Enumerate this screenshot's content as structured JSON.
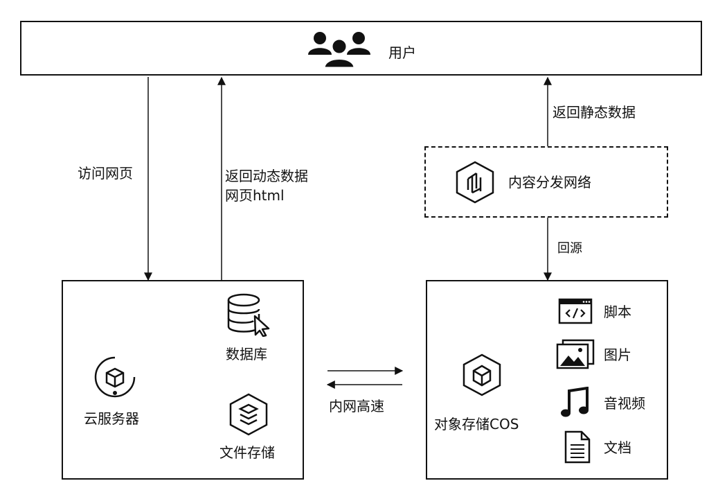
{
  "users": {
    "label": "用户",
    "icon": "users-icon"
  },
  "edges": {
    "visit": "访问网页",
    "return_dynamic_line1": "返回动态数据",
    "return_dynamic_line2": "网页html",
    "return_static": "返回静态数据",
    "origin_pull": "回源",
    "intranet": "内网高速"
  },
  "cdn": {
    "label": "内容分发网络",
    "icon": "cdn-icon"
  },
  "server_group": {
    "cloud_server": {
      "label": "云服务器",
      "icon": "cloud-server-icon"
    },
    "database": {
      "label": "数据库",
      "icon": "database-icon"
    },
    "file_storage": {
      "label": "文件存储",
      "icon": "file-storage-icon"
    }
  },
  "cos_group": {
    "cos": {
      "label": "对象存储COS",
      "icon": "object-storage-icon"
    },
    "items": [
      {
        "label": "脚本",
        "icon": "script-icon"
      },
      {
        "label": "图片",
        "icon": "image-icon"
      },
      {
        "label": "音视频",
        "icon": "music-icon"
      },
      {
        "label": "文档",
        "icon": "document-icon"
      }
    ]
  }
}
